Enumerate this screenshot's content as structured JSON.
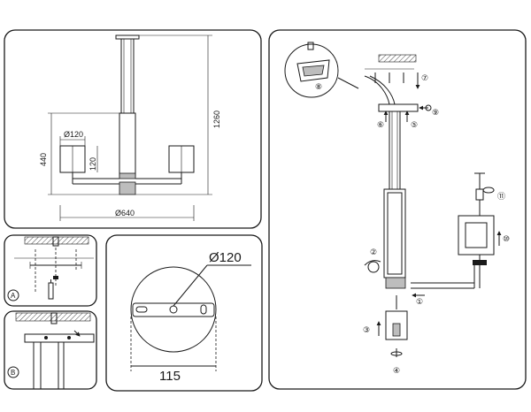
{
  "overview": {
    "dims": {
      "shade_diameter": "Ø120",
      "shade_height": "120",
      "body_height": "440",
      "total_height": "1260",
      "total_width": "Ø640"
    }
  },
  "panel_a": {
    "label": "A"
  },
  "panel_b": {
    "label": "B"
  },
  "canopy_detail": {
    "diameter": "Ø120",
    "hole_spacing": "115"
  },
  "assembly": {
    "steps": [
      "①",
      "②",
      "③",
      "④",
      "⑤",
      "⑥",
      "⑦",
      "⑧",
      "⑨",
      "⑩",
      "⑪"
    ]
  }
}
